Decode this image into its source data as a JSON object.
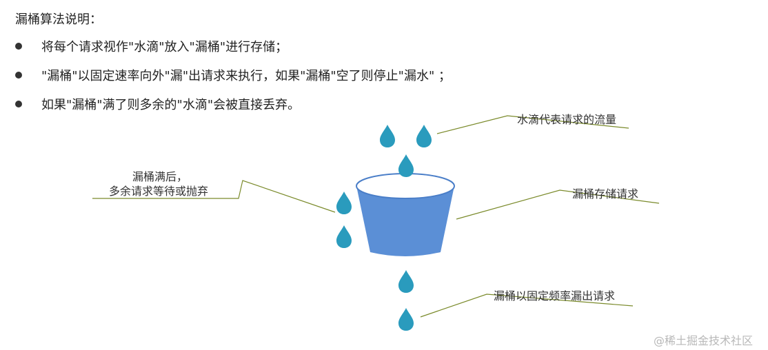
{
  "title": "漏桶算法说明：",
  "bullets": [
    "将每个请求视作\"水滴\"放入\"漏桶\"进行存储；",
    "\"漏桶\"以固定速率向外\"漏\"出请求来执行，如果\"漏桶\"空了则停止\"漏水\"  ；",
    "如果\"漏桶\"满了则多余的\"水滴\"会被直接丢弃。"
  ],
  "labels": {
    "drop_rate": "水滴代表请求的流量",
    "full_line1": "漏桶满后，",
    "full_line2": "多余请求等待或抛弃",
    "storage": "漏桶存储请求",
    "leak_rate": "漏桶以固定频率漏出请求"
  },
  "watermark": "@稀土掘金技术社区",
  "colors": {
    "drop": "#2a9bbd",
    "bucket": "#5b8fd6",
    "leader_line": "#7a8a2a"
  }
}
